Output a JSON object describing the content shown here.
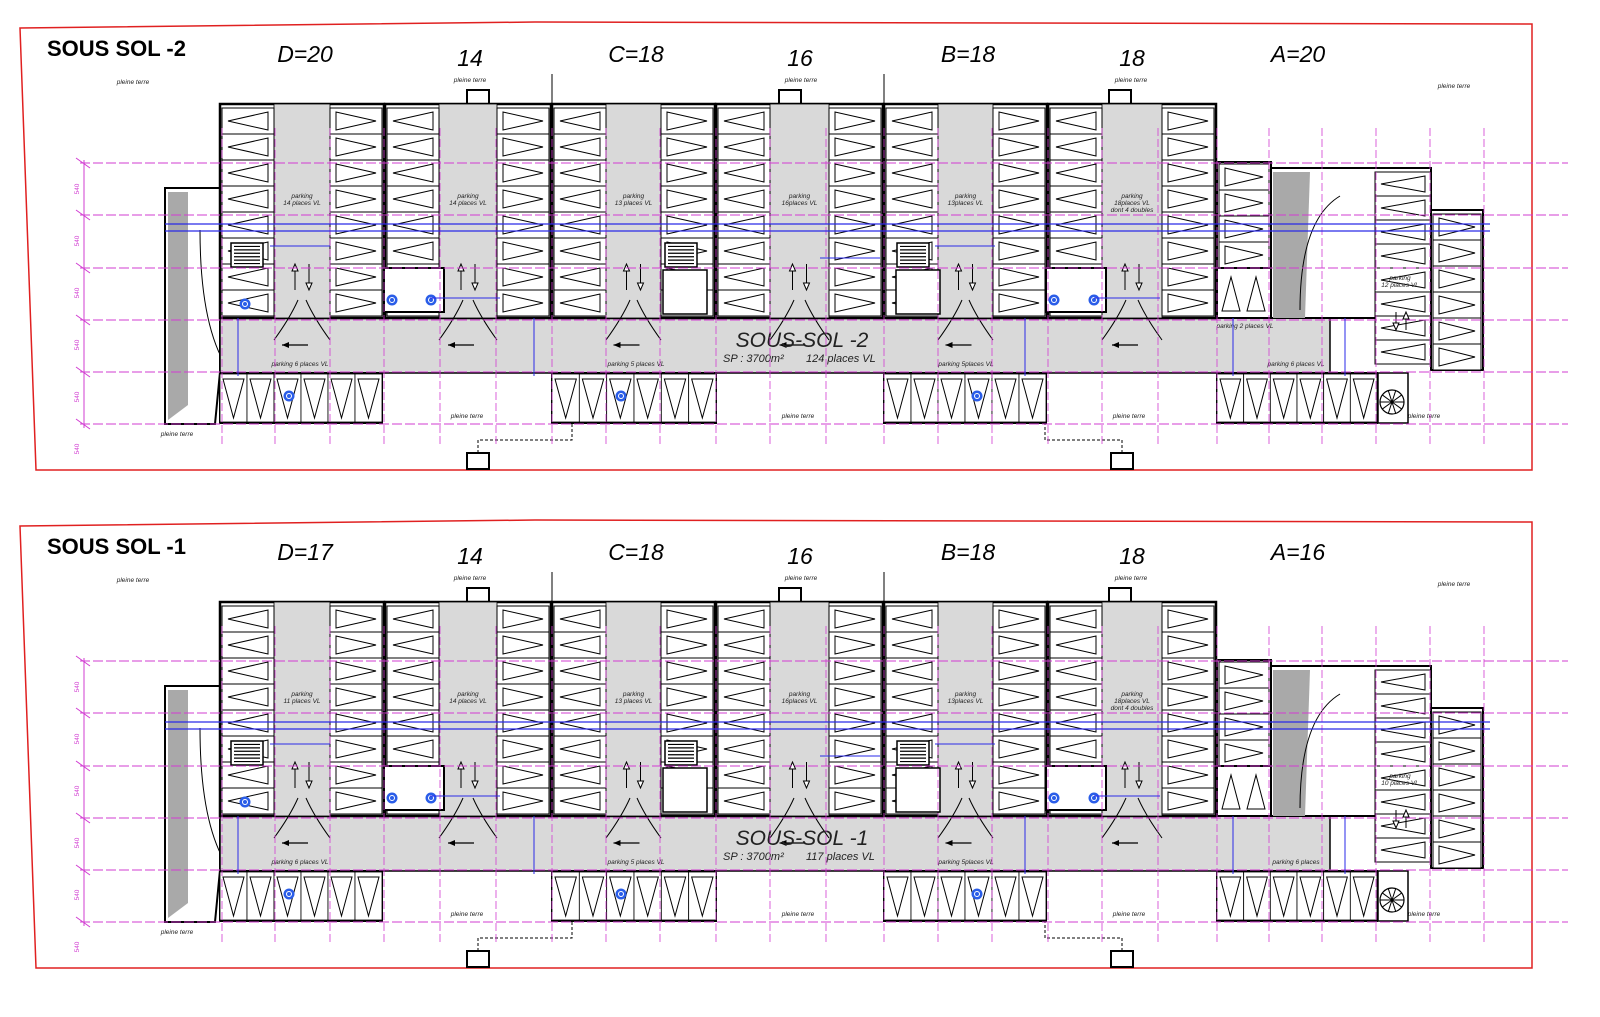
{
  "colors": {
    "border": "#e02020",
    "grid": "#d23cd2",
    "dim": "#2a2ae8",
    "wall": "#000000",
    "aisle": "#d9d9d9",
    "ramp": "#a9a9a9",
    "white": "#ffffff"
  },
  "icons": [
    "parking-stall-wedge",
    "staircase-icon",
    "accessible-icon",
    "spiral-stair-icon",
    "arrow-icon"
  ],
  "plans": [
    {
      "key": "ss2",
      "title": "SOUS SOL -2",
      "big_label": "SOUS-SOL -2",
      "sp": "SP : 3700m²",
      "total": "124 places VL",
      "sections": [
        "D=20",
        "14",
        "C=18",
        "16",
        "B=18",
        "18",
        "A=20"
      ],
      "module_labels": [
        [
          "parking",
          "14 places VL"
        ],
        [
          "parking",
          "14 places VL"
        ],
        [
          "parking",
          "13 places VL"
        ],
        [
          "parking",
          "16places VL"
        ],
        [
          "parking",
          "13places VL"
        ],
        [
          "parking",
          "18places VL",
          "dont 4 doubles"
        ]
      ],
      "right_label": [
        "parking",
        "12 places VL"
      ],
      "bottom_labels": [
        "parking 6 places VL",
        "parking 5 places VL",
        "parking 5places VL",
        "parking 6 places VL",
        "parking 2 places VL"
      ],
      "pleine_terre": [
        "pleine terre",
        "pleine terre",
        "pleine terre",
        "pleine terre",
        "pleine terre",
        "pleine terre",
        "pleine terre",
        "pleine terre",
        "pleine terre",
        "pleine terre"
      ],
      "dims": [
        "540",
        "540",
        "540",
        "540",
        "540",
        "540"
      ]
    },
    {
      "key": "ss1",
      "title": "SOUS SOL -1",
      "big_label": "SOUS-SOL -1",
      "sp": "SP : 3700m²",
      "total": "117 places VL",
      "sections": [
        "D=17",
        "14",
        "C=18",
        "16",
        "B=18",
        "18",
        "A=16"
      ],
      "module_labels": [
        [
          "parking",
          "11 places VL"
        ],
        [
          "parking",
          "14 places VL"
        ],
        [
          "parking",
          "13 places VL"
        ],
        [
          "parking",
          "16places VL"
        ],
        [
          "parking",
          "13places VL"
        ],
        [
          "parking",
          "18places VL",
          "dont 4 doubles"
        ]
      ],
      "right_label": [
        "parking",
        "10 places VL"
      ],
      "bottom_labels": [
        "parking 6 places VL",
        "parking 5 places VL",
        "parking 5places VL",
        "parking 6 places"
      ],
      "pleine_terre": [
        "pleine terre",
        "pleine terre",
        "pleine terre",
        "pleine terre",
        "pleine terre",
        "pleine terre",
        "pleine terre",
        "pleine terre",
        "pleine terre",
        "pleine terre"
      ],
      "dims": [
        "540",
        "540",
        "540",
        "540",
        "540",
        "540"
      ]
    }
  ]
}
